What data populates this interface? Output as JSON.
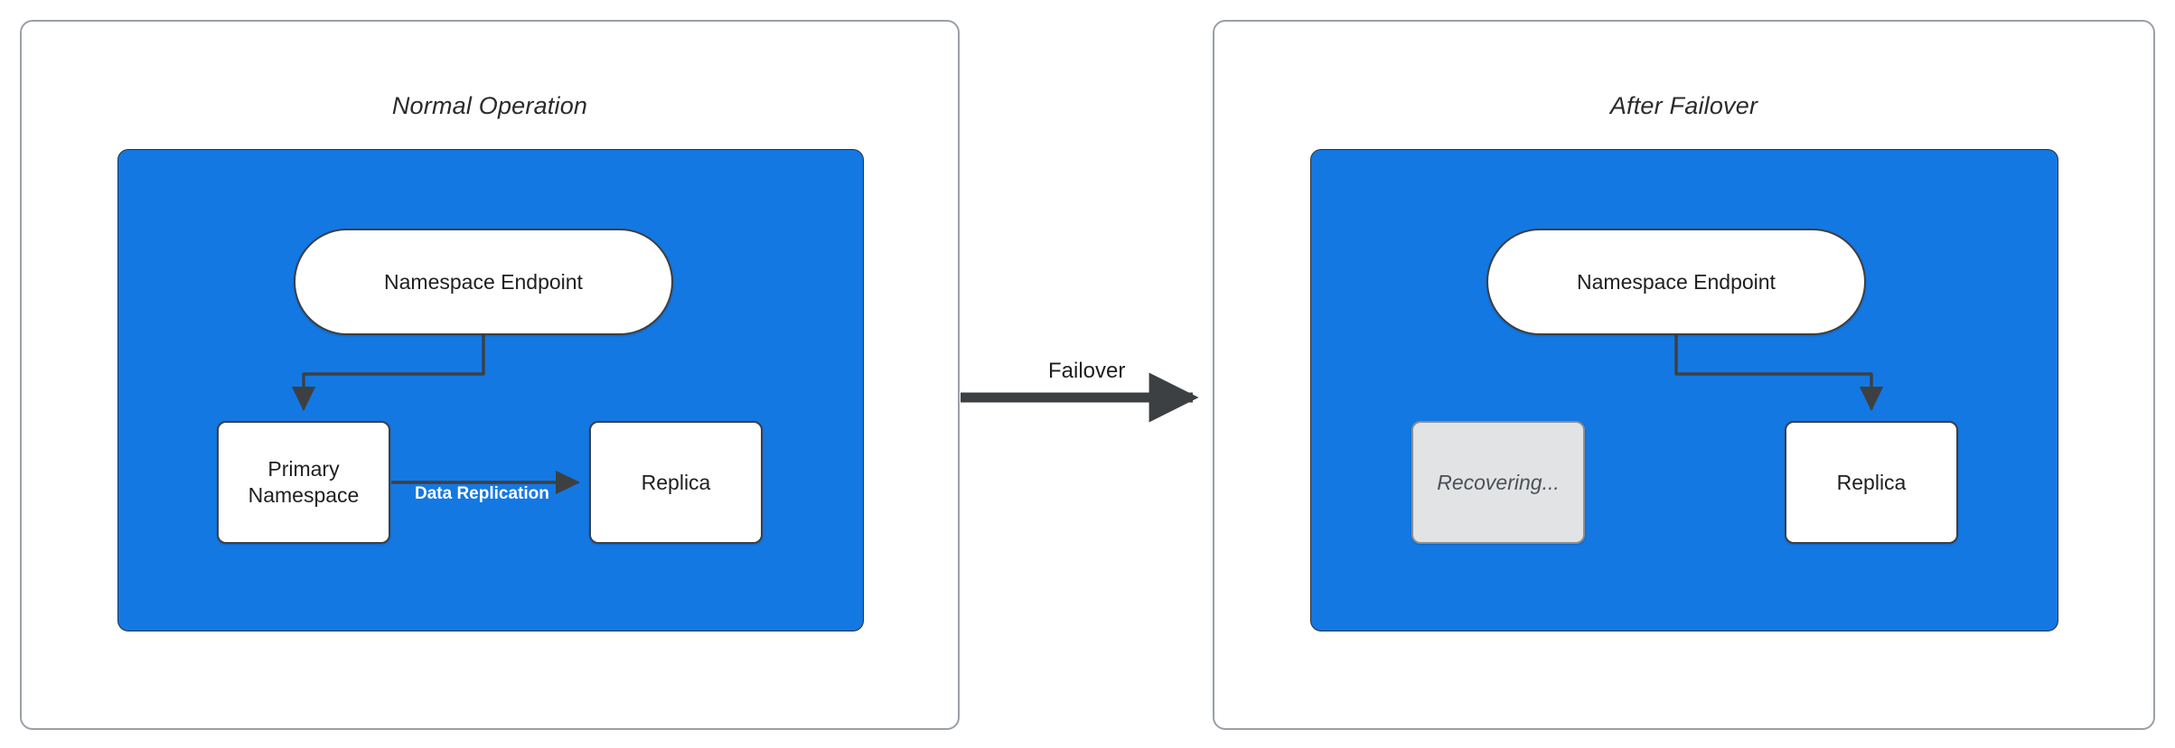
{
  "diagram": {
    "title_hidden": "",
    "colors": {
      "zone_blue": "#1478e3",
      "stroke_dark": "#3c4043",
      "panel_border": "#9aa0a6",
      "inactive_gray": "#e1e3e5",
      "node_white": "#ffffff",
      "label_white": "#ffffff"
    }
  },
  "panels": [
    {
      "id": "normal",
      "title": "Normal Operation",
      "nodes": {
        "endpoint": "Namespace Endpoint",
        "primary": "Primary\nNamespace",
        "primary_line1": "Primary",
        "primary_line2": "Namespace",
        "replica": "Replica"
      },
      "edges": {
        "endpoint_to_primary": "",
        "data_replication": "Data Replication"
      }
    },
    {
      "id": "failover",
      "title": "After Failover",
      "nodes": {
        "endpoint": "Namespace Endpoint",
        "recovering": "Recovering...",
        "replica": "Replica"
      },
      "edges": {
        "endpoint_to_replica": ""
      }
    }
  ],
  "transition": {
    "label": "Failover"
  }
}
